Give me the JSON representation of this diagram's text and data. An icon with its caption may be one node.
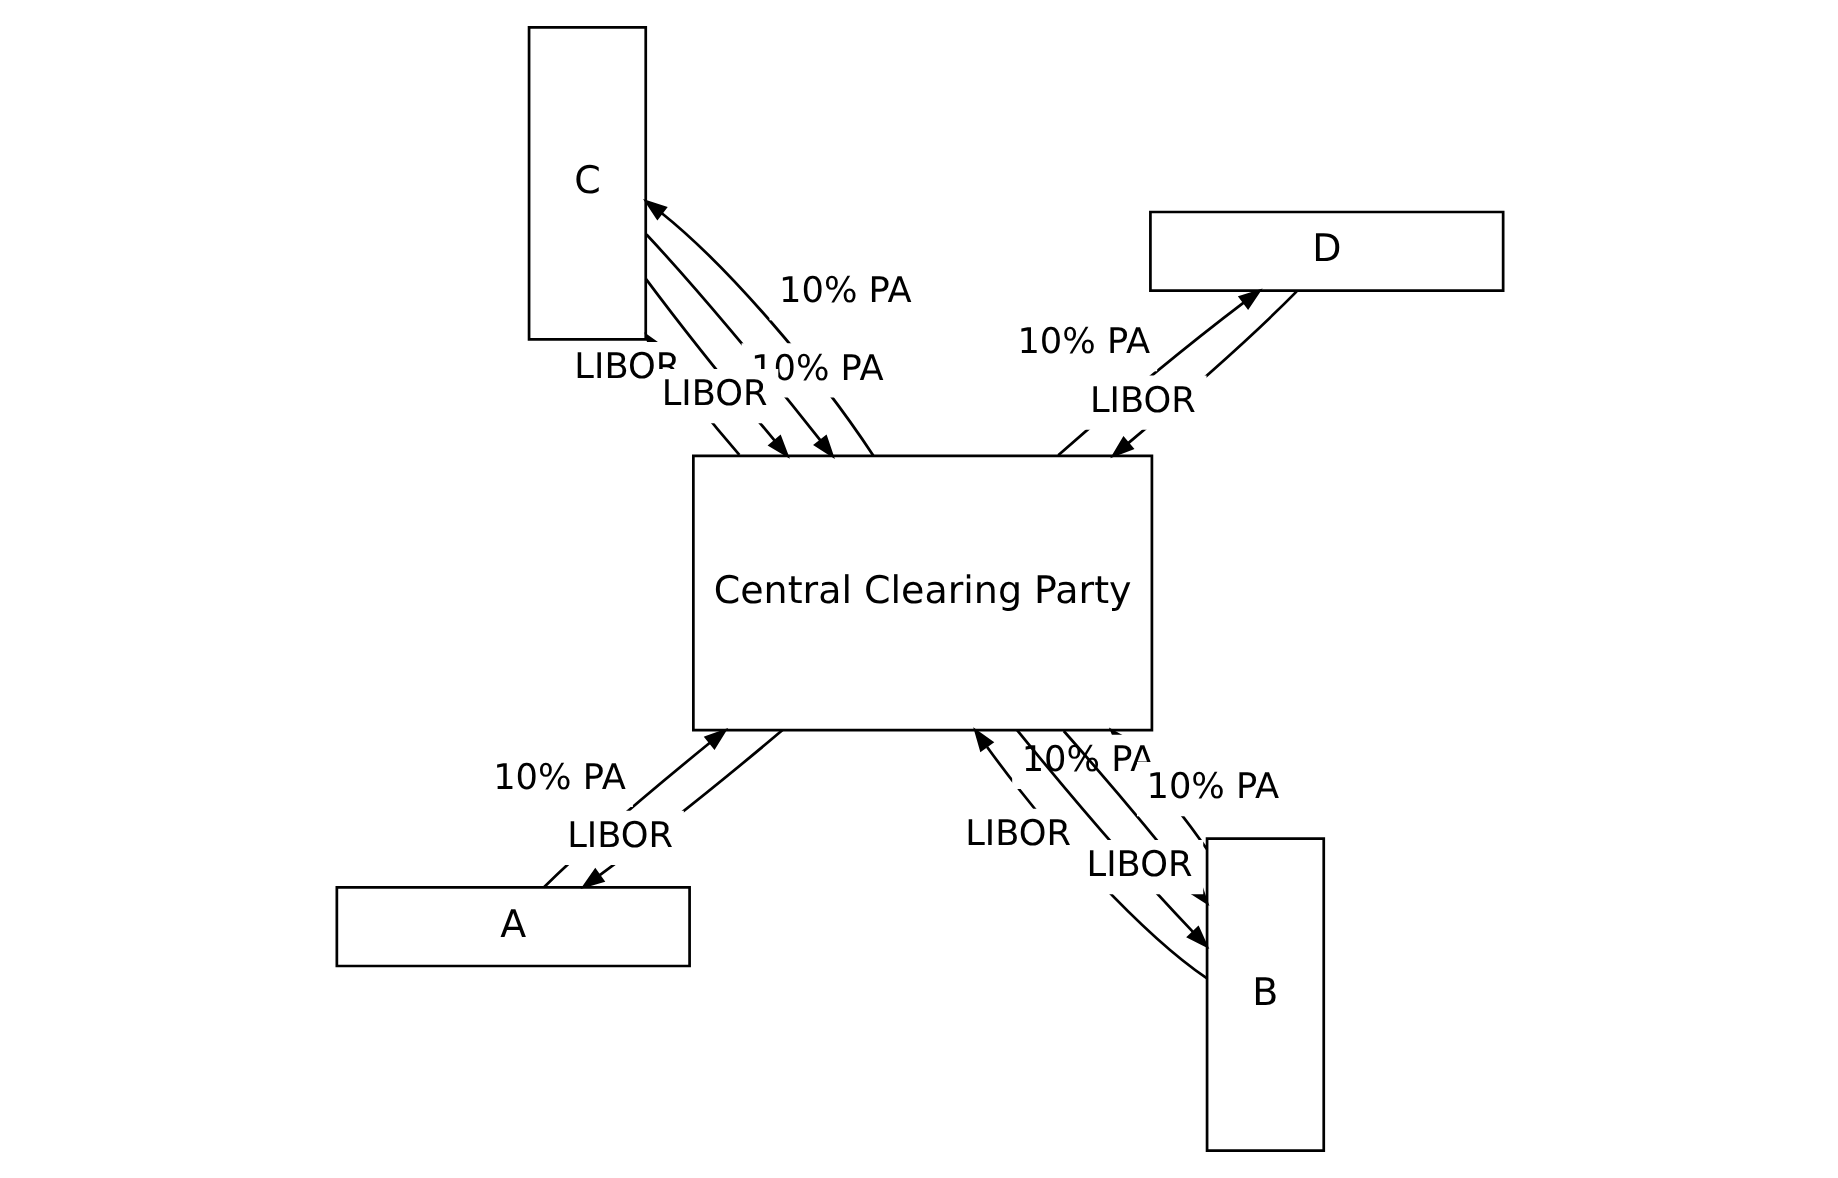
{
  "diagram": {
    "nodes": [
      {
        "text": [
          "A"
        ]
      },
      {
        "text": [
          "B"
        ]
      },
      {
        "text": [
          "Central Clearing Party"
        ]
      },
      {
        "text": [
          "C"
        ]
      },
      {
        "text": [
          "D"
        ]
      }
    ],
    "edges": [
      {
        "from": 2,
        "to": 0,
        "arrow": "to",
        "label": "LIBOR"
      },
      {
        "from": 0,
        "to": 2,
        "arrow": "to",
        "label": "10% PA"
      },
      {
        "from": 2,
        "to": 1,
        "arrow": "to",
        "label": "10% PA"
      },
      {
        "from": 1,
        "to": 2,
        "arrow": "to",
        "label": "LIBOR"
      },
      {
        "from": 1,
        "to": 2,
        "arrow": "to",
        "label": "10% PA"
      },
      {
        "from": 2,
        "to": 1,
        "arrow": "to",
        "label": "LIBOR"
      },
      {
        "from": 3,
        "to": 2,
        "arrow": "to",
        "label": "10% PA"
      },
      {
        "from": 2,
        "to": 3,
        "arrow": "to",
        "label": "LIBOR"
      },
      {
        "from": 2,
        "to": 3,
        "arrow": "to",
        "label": "10% PA"
      },
      {
        "from": 3,
        "to": 2,
        "arrow": "to",
        "label": "LIBOR"
      },
      {
        "from": 4,
        "to": 2,
        "arrow": "to",
        "label": "LIBOR"
      },
      {
        "from": 2,
        "to": 4,
        "arrow": "to",
        "label": "10% PA"
      }
    ]
  }
}
